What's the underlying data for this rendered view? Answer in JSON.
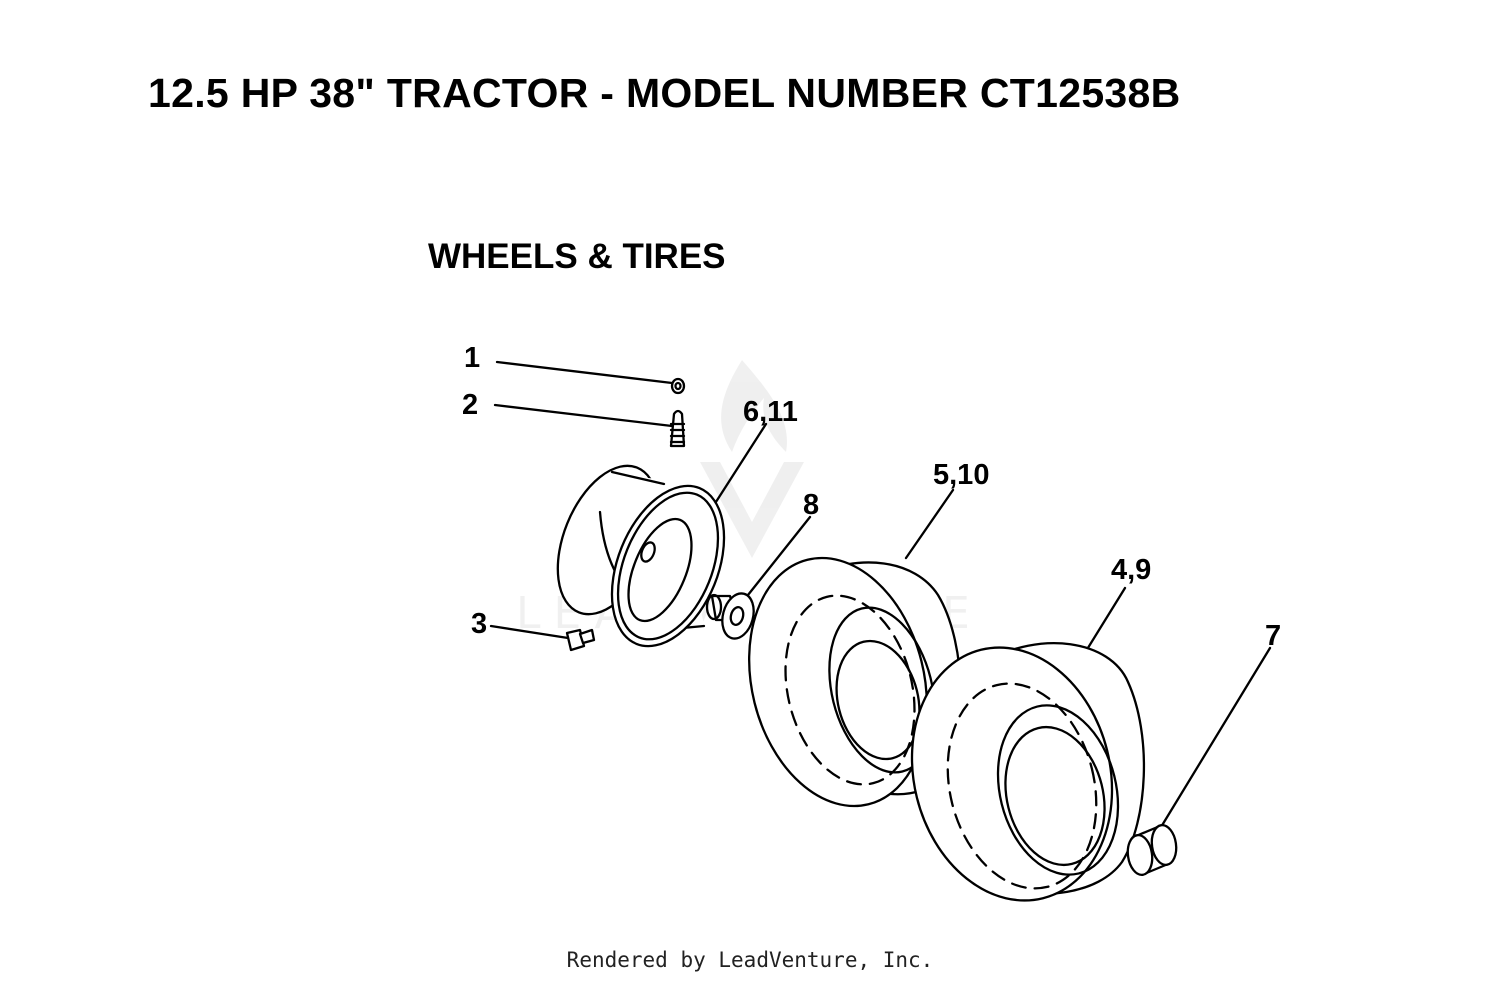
{
  "document": {
    "title": "12.5 HP 38\" TRACTOR - MODEL NUMBER CT12538B",
    "section_title": "WHEELS & TIRES",
    "footer": "Rendered by LeadVenture, Inc."
  },
  "watermark": {
    "text": "LEADVENTURE"
  },
  "callouts": {
    "c1": "1",
    "c2": "2",
    "c3": "3",
    "c6_11": "6,11",
    "c8": "8",
    "c5_10": "5,10",
    "c4_9": "4,9",
    "c7": "7"
  }
}
